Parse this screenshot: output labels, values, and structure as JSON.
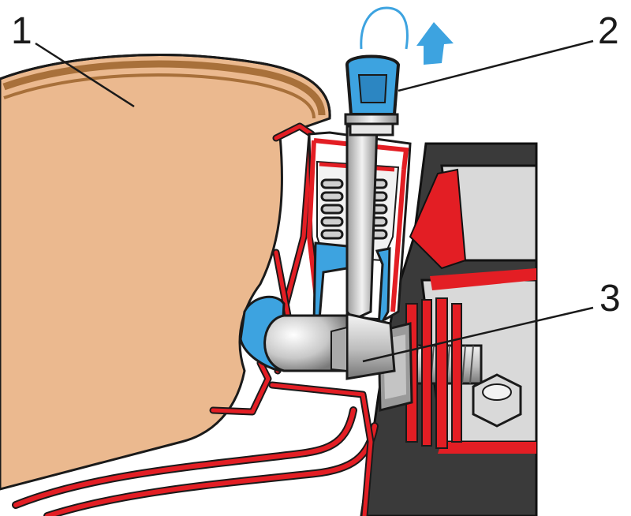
{
  "callouts": [
    {
      "id": "1",
      "text": "1"
    },
    {
      "id": "2",
      "text": "2"
    },
    {
      "id": "3",
      "text": "3"
    }
  ],
  "colors": {
    "skin": "#EBB98F",
    "skin_rim": "#A8703A",
    "red_wall": "#E31E24",
    "blue_part": "#3DA3E0",
    "dark_panel": "#3A3A3A",
    "steel_light": "#E6E6E6",
    "steel_dark": "#8E8E8E",
    "outline": "#1A1A1A"
  }
}
